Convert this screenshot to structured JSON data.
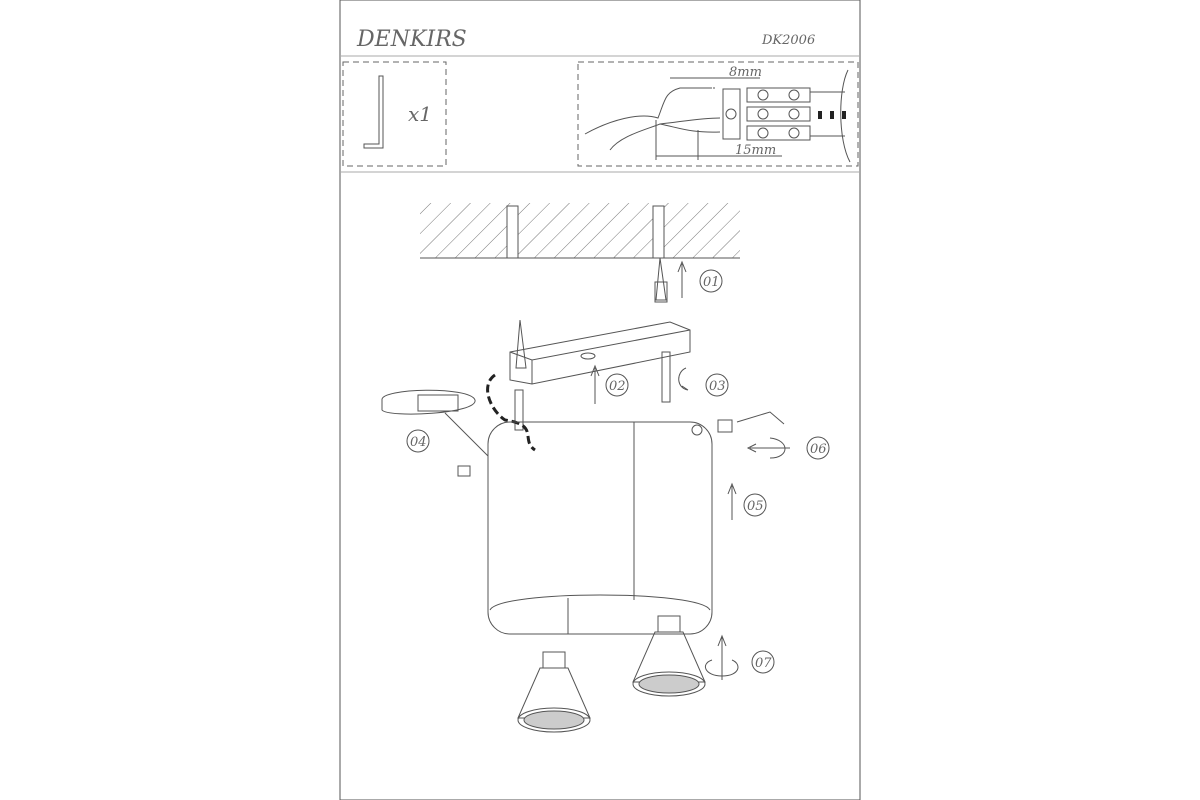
{
  "header": {
    "brand": "DENKIRS",
    "model": "DK2006"
  },
  "parts": {
    "tool_qty": "x1"
  },
  "wiring": {
    "strip_length": "8mm",
    "sheath_length": "15mm"
  },
  "steps": [
    "01",
    "02",
    "03",
    "04",
    "05",
    "06",
    "07"
  ]
}
